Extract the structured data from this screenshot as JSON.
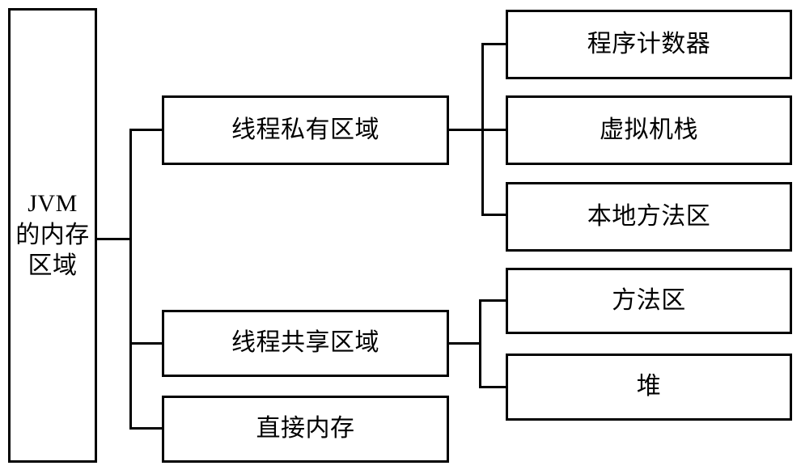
{
  "diagram": {
    "title": "JVM 的内存区域",
    "type": "tree",
    "orientation": "left-to-right",
    "stroke_color": "#000000",
    "fill_color": "#ffffff",
    "root": {
      "id": "jvm-memory-area",
      "label": "JVM\n的内存\n区域"
    },
    "level2": [
      {
        "id": "thread-private-area",
        "label": "线程私有区域"
      },
      {
        "id": "thread-shared-area",
        "label": "线程共享区域"
      },
      {
        "id": "direct-memory",
        "label": "直接内存"
      }
    ],
    "level3": [
      {
        "id": "program-counter",
        "label": "程序计数器",
        "parent": "thread-private-area"
      },
      {
        "id": "vm-stack",
        "label": "虚拟机栈",
        "parent": "thread-private-area"
      },
      {
        "id": "native-method-area",
        "label": "本地方法区",
        "parent": "thread-private-area"
      },
      {
        "id": "method-area",
        "label": "方法区",
        "parent": "thread-shared-area"
      },
      {
        "id": "heap",
        "label": "堆",
        "parent": "thread-shared-area"
      }
    ]
  }
}
